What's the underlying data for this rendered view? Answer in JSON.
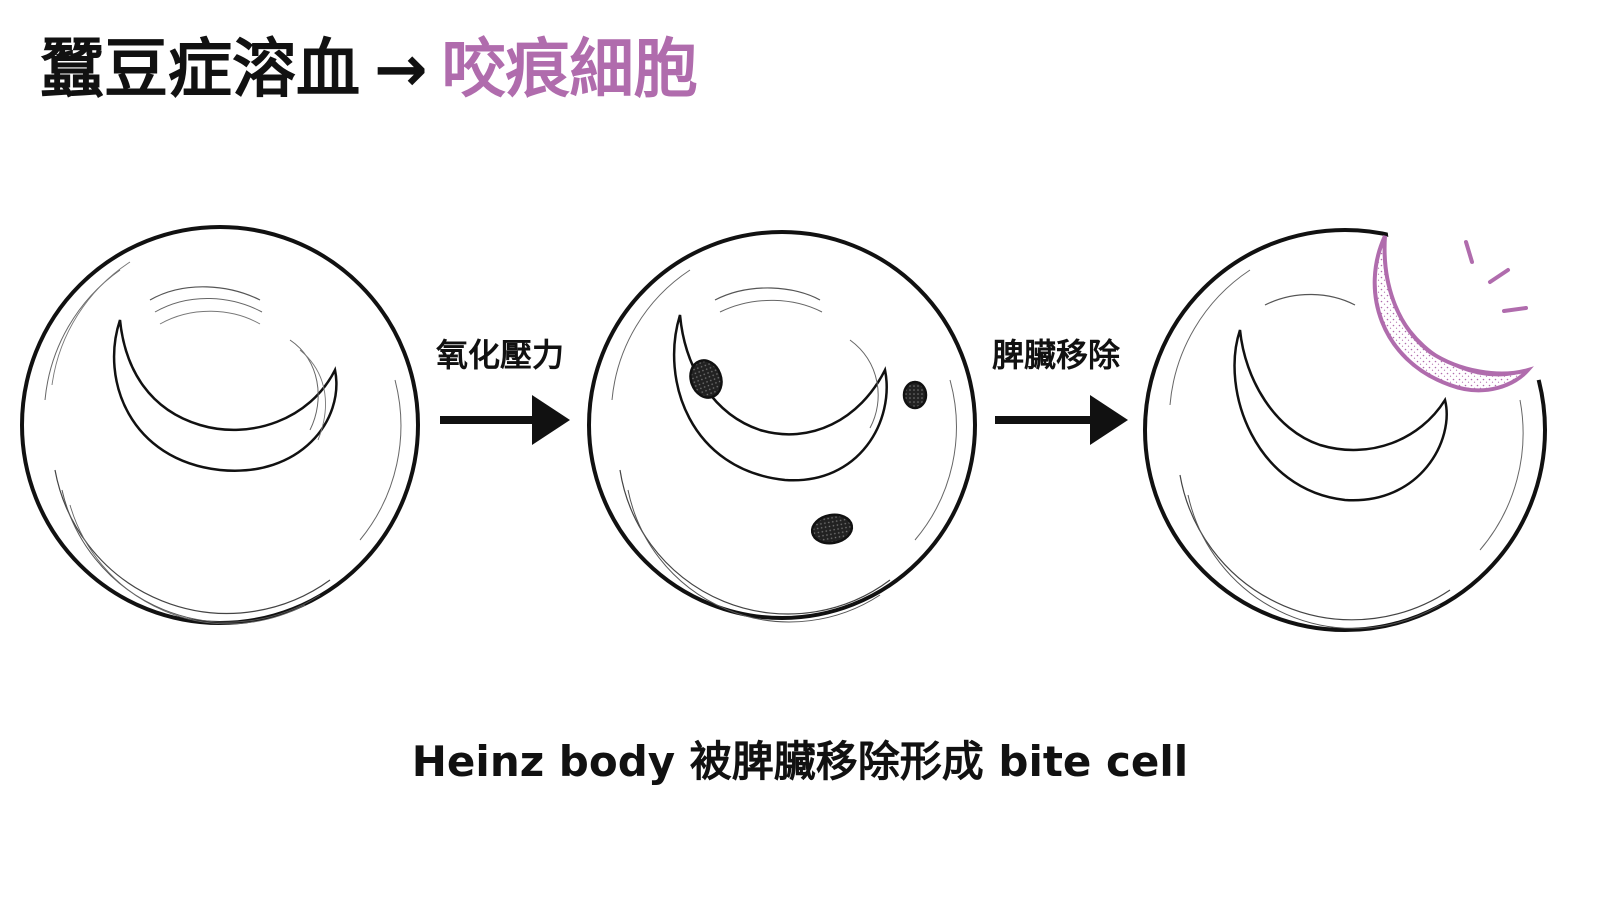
{
  "title": {
    "prefix": "蠶豆症溶血",
    "arrow": "→",
    "highlight": "咬痕細胞"
  },
  "steps": [
    {
      "label": "氧化壓力"
    },
    {
      "label": "脾臟移除"
    }
  ],
  "caption": "Heinz body 被脾臟移除形成 bite cell",
  "colors": {
    "ink": "#111111",
    "accent": "#b06cad",
    "background": "#ffffff"
  }
}
